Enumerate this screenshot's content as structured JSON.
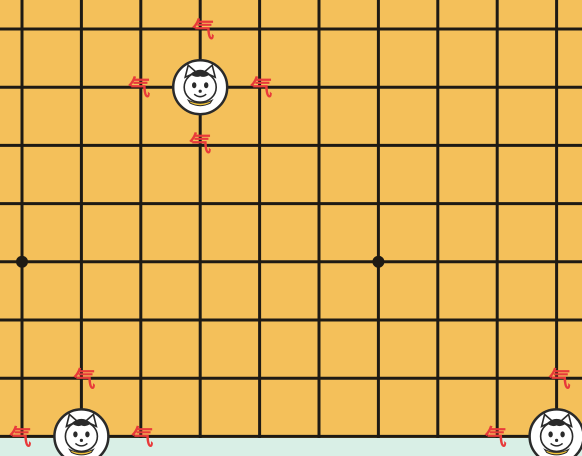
{
  "board": {
    "board_color": "#f4c05a",
    "line_color": "#1e1a14",
    "background": "#d9efe6"
  },
  "stones": [
    {
      "name": "stone-top",
      "col": 3,
      "row": 1,
      "icon": "cat-face-icon"
    },
    {
      "name": "stone-bottom-left",
      "col": 1,
      "row": 7,
      "icon": "cat-face-icon"
    },
    {
      "name": "stone-bottom-right",
      "col": 9,
      "row": 7,
      "icon": "cat-face-icon"
    }
  ],
  "liberties": [
    {
      "stone": "stone-top",
      "text": "气",
      "dir": "up"
    },
    {
      "stone": "stone-top",
      "text": "气",
      "dir": "left"
    },
    {
      "stone": "stone-top",
      "text": "气",
      "dir": "right"
    },
    {
      "stone": "stone-top",
      "text": "气",
      "dir": "down"
    },
    {
      "stone": "stone-bottom-left",
      "text": "气",
      "dir": "up"
    },
    {
      "stone": "stone-bottom-left",
      "text": "气",
      "dir": "left"
    },
    {
      "stone": "stone-bottom-left",
      "text": "气",
      "dir": "right"
    },
    {
      "stone": "stone-bottom-right",
      "text": "气",
      "dir": "up"
    },
    {
      "stone": "stone-bottom-right",
      "text": "气",
      "dir": "left"
    }
  ],
  "star_points": [
    {
      "col": 0,
      "row": 4
    },
    {
      "col": 6,
      "row": 4
    }
  ],
  "liberty_color": "#e83a3a"
}
